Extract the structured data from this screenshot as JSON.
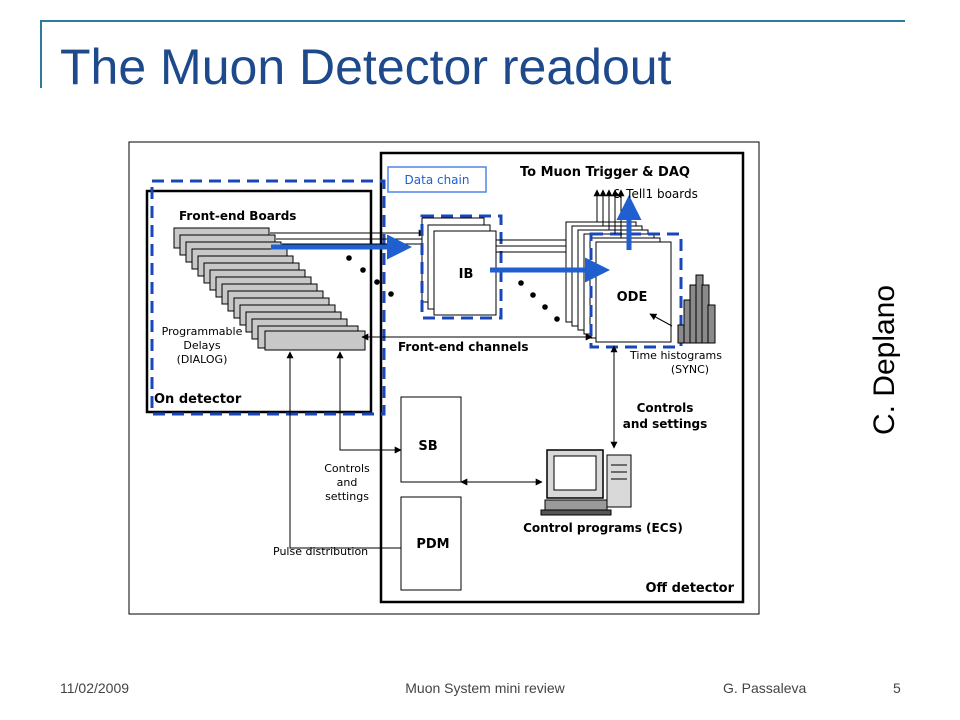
{
  "slide": {
    "title": "The Muon Detector readout",
    "author_vertical": "C. Deplano"
  },
  "diagram": {
    "data_chain": "Data chain",
    "to_trigger_line1": "To Muon Trigger & DAQ",
    "to_trigger_line2": "& Tell1 boards",
    "front_end_boards": "Front-end Boards",
    "programmable": "Programmable",
    "delays": "Delays",
    "dialog": "(DIALOG)",
    "on_detector": "On detector",
    "ib": "IB",
    "ode": "ODE",
    "front_end_channels": "Front-end channels",
    "time_histograms": "Time histograms",
    "sync": "(SYNC)",
    "controls_settings_line1": "Controls",
    "controls_settings_line2": "and settings",
    "sb": "SB",
    "pdm": "PDM",
    "controls_left_line1": "Controls",
    "controls_left_line2": "and",
    "controls_left_line3": "settings",
    "pulse_distribution": "Pulse distribution",
    "control_programs": "Control programs (ECS)",
    "off_detector": "Off detector"
  },
  "footer": {
    "date": "11/02/2009",
    "center": "Muon System mini review",
    "author": "G. Passaleva",
    "page": "5"
  },
  "colors": {
    "title": "#1e4a8c",
    "frame": "#2d7a9a",
    "highlight": "#1f5fd0",
    "dashed": "#1a47b8"
  }
}
